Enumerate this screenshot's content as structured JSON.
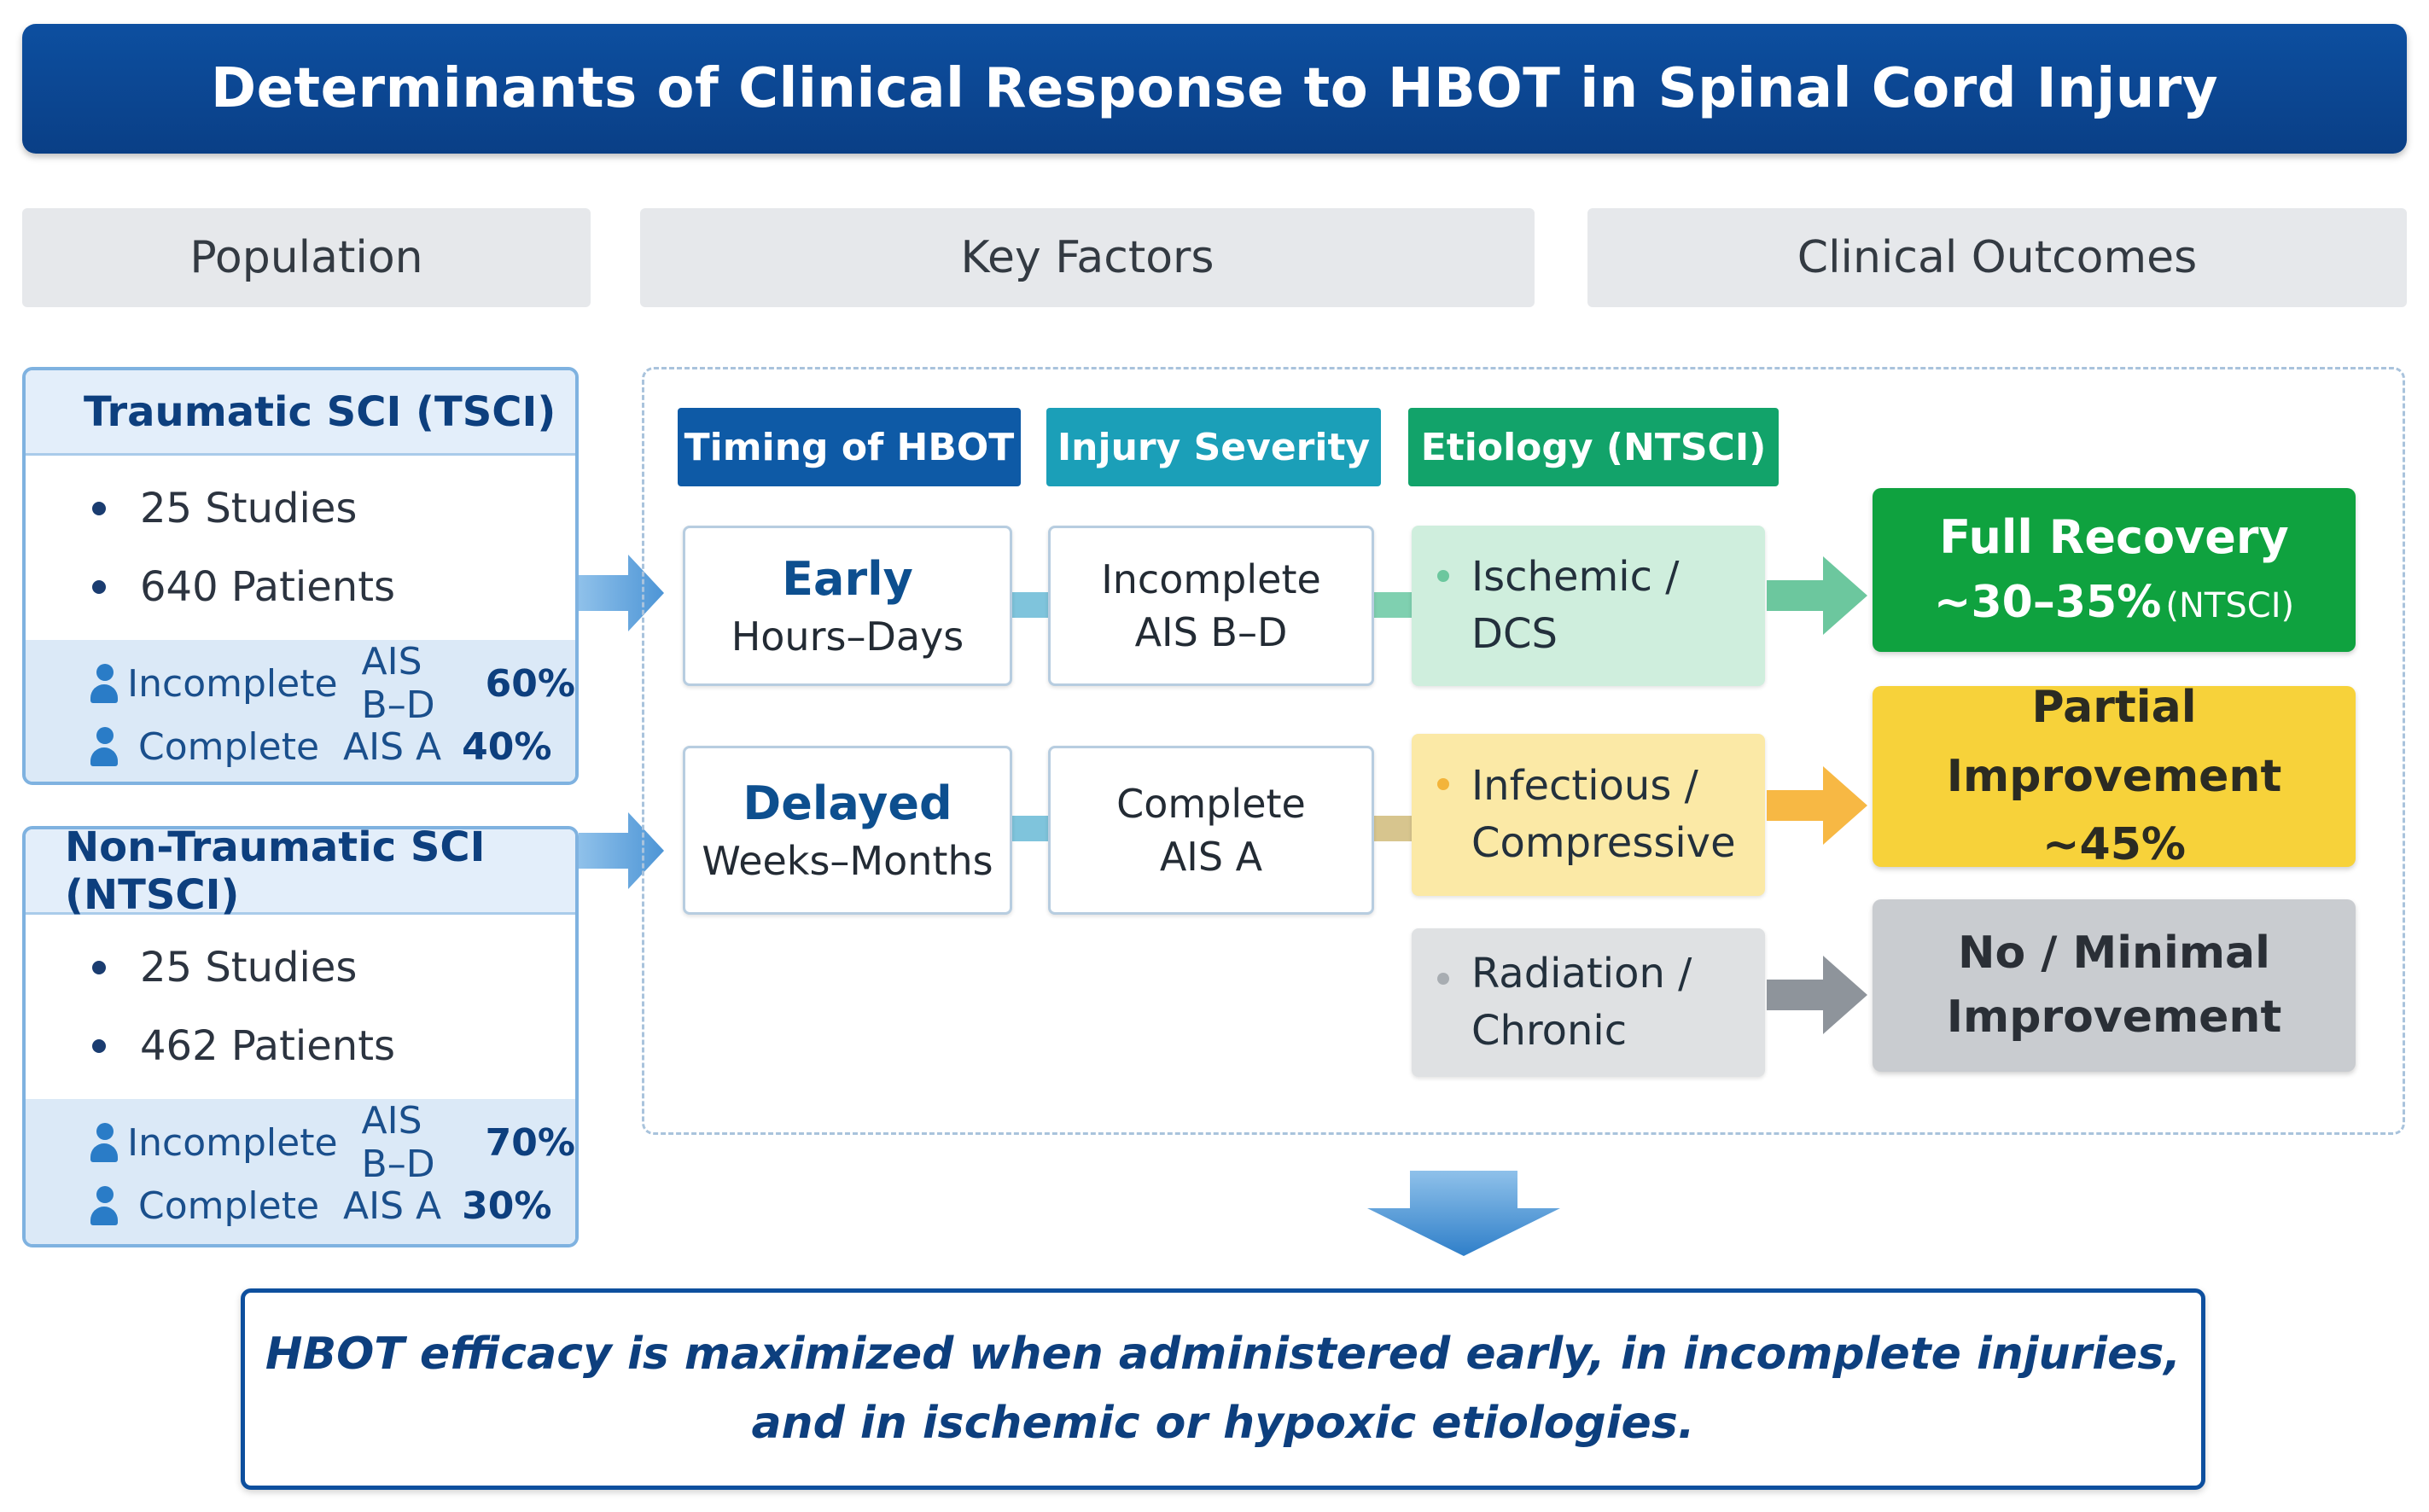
{
  "title": "Determinants of Clinical Response to HBOT in Spinal Cord Injury",
  "columns": {
    "population": "Population",
    "key_factors": "Key Factors",
    "clinical_outcomes": "Clinical Outcomes"
  },
  "population": {
    "tsci": {
      "title": "Traumatic SCI (TSCI)",
      "studies": "25 Studies",
      "patients": "640 Patients",
      "incomplete_label": "Incomplete",
      "incomplete_grade": "AIS B–D",
      "incomplete_pct": "60%",
      "complete_label": "Complete",
      "complete_grade": "AIS A",
      "complete_pct": "40%"
    },
    "ntsci": {
      "title": "Non-Traumatic SCI (NTSCI)",
      "studies": "25 Studies",
      "patients": "462 Patients",
      "incomplete_label": "Incomplete",
      "incomplete_grade": "AIS B–D",
      "incomplete_pct": "70%",
      "complete_label": "Complete",
      "complete_grade": "AIS A",
      "complete_pct": "30%"
    }
  },
  "factors": {
    "timing_tag": "Timing of HBOT",
    "severity_tag": "Injury Severity",
    "etiology_tag": "Etiology (NTSCI)",
    "early_title": "Early",
    "early_sub": "Hours–Days",
    "delayed_title": "Delayed",
    "delayed_sub": "Weeks–Months",
    "incomplete_line1": "Incomplete",
    "incomplete_line2": "AIS B–D",
    "complete_line1": "Complete",
    "complete_line2": "AIS A",
    "ischemic_line1": "Ischemic /",
    "ischemic_line2": "DCS",
    "infectious_line1": "Infectious /",
    "infectious_line2": "Compressive",
    "radiation_line1": "Radiation /",
    "radiation_line2": "Chronic"
  },
  "outcomes": {
    "full_title": "Full Recovery",
    "full_value": "~30–35%",
    "full_note": "(NTSCI)",
    "partial_title": "Partial Improvement",
    "partial_value": "~45%",
    "none_line1": "No / Minimal",
    "none_line2": "Improvement"
  },
  "summary": {
    "line1": "HBOT efficacy is maximized when administered early, in incomplete injuries,",
    "line2": "and in ischemic or hypoxic etiologies."
  },
  "colors": {
    "title_blue": "#0d4fa0",
    "timing_blue": "#0e5aa6",
    "severity_teal": "#1b9fb8",
    "etiology_green": "#12a36a",
    "full_green": "#0fa23f",
    "partial_yellow": "#f7d23a",
    "none_gray": "#c9ccd0"
  }
}
